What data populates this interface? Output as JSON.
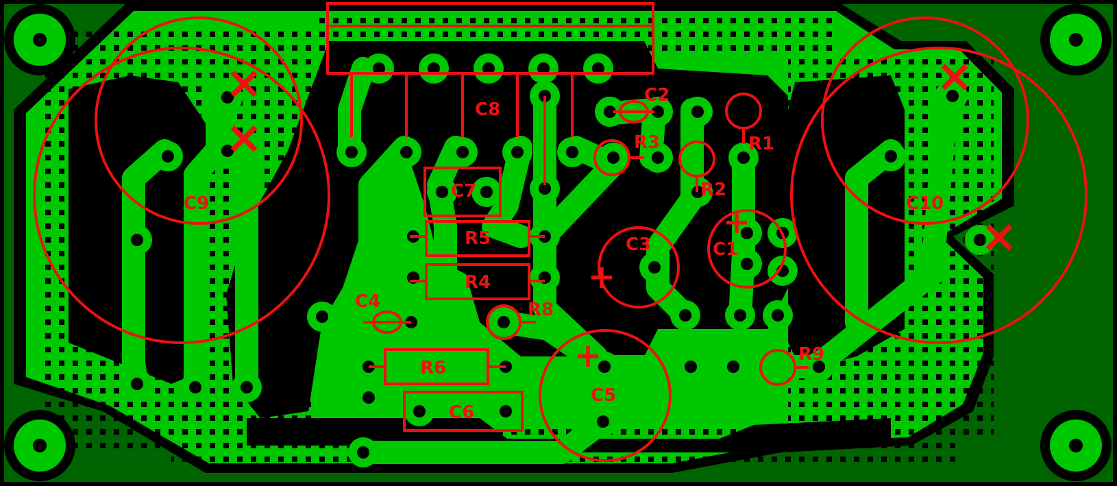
{
  "colors": {
    "background": "#000000",
    "board": "#006400",
    "copper": "#00C800",
    "hole": "#000000",
    "silkscreen": "#EE1111"
  },
  "labels": {
    "c1": "C1",
    "c2": "C2",
    "c3": "C3",
    "c4": "C4",
    "c5": "C5",
    "c6": "C6",
    "c7": "C7",
    "c8": "C8",
    "c9": "C9",
    "c10": "C10",
    "r1": "R1",
    "r2": "R2",
    "r3": "R3",
    "r4": "R4",
    "r5": "R5",
    "r6": "R6",
    "r8": "R8",
    "r9": "R9"
  },
  "polarity": {
    "plus": "+",
    "cross": "×"
  }
}
